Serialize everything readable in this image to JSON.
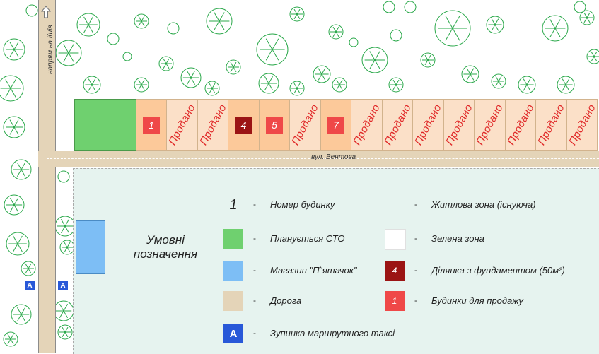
{
  "street": "вул. Вентова",
  "direction": "напрям на Київ",
  "plots": [
    {
      "kind": "sto",
      "label": ""
    },
    {
      "kind": "avail",
      "label": "1",
      "badge": "sale"
    },
    {
      "kind": "sold",
      "label": "Продано"
    },
    {
      "kind": "sold",
      "label": "Продано"
    },
    {
      "kind": "avail",
      "label": "4",
      "badge": "foundation"
    },
    {
      "kind": "avail",
      "label": "5",
      "badge": "sale"
    },
    {
      "kind": "sold",
      "label": "Продано"
    },
    {
      "kind": "avail",
      "label": "7",
      "badge": "sale"
    },
    {
      "kind": "sold",
      "label": "Продано"
    },
    {
      "kind": "sold",
      "label": "Продано"
    },
    {
      "kind": "sold",
      "label": "Продано"
    },
    {
      "kind": "sold",
      "label": "Продано"
    },
    {
      "kind": "sold",
      "label": "Продано"
    },
    {
      "kind": "sold",
      "label": "Продано"
    },
    {
      "kind": "sold",
      "label": "Продано"
    },
    {
      "kind": "sold",
      "label": "Продано"
    }
  ],
  "stops": [
    "A",
    "A"
  ],
  "legend": {
    "title_line1": "Умовні",
    "title_line2": "позначення",
    "dash": "-",
    "items": [
      {
        "swatch": "text",
        "symbol": "1",
        "label": "Номер будинку"
      },
      {
        "swatch": "#6fd06f",
        "label": "Планується СТО"
      },
      {
        "swatch": "#7dbef5",
        "label": "Магазин \"П`ятачок\""
      },
      {
        "swatch": "#e4d4b8",
        "label": "Дорога"
      },
      {
        "swatch": "#2858d8",
        "symbol": "A",
        "label": "Зупинка маршрутного таксі"
      },
      {
        "swatch": "#e6f3ef",
        "label": "Житлова зона (існуюча)"
      },
      {
        "swatch": "#ffffff",
        "label": "Зелена зона"
      },
      {
        "swatch": "#9b1414",
        "symbol": "4",
        "label": "Ділянка з фундаментом (50м²)"
      },
      {
        "swatch": "#ef4848",
        "symbol": "1",
        "label": "Будинки для продажу"
      }
    ]
  },
  "colors": {
    "road": "#e4d4b8",
    "residential": "#e6f3ef",
    "sto": "#6fd06f",
    "shop": "#7dbef5",
    "sold_text": "#e02828",
    "foundation": "#9b1414",
    "for_sale": "#ef4848",
    "stop": "#2858d8",
    "tree": "#2aa84a"
  },
  "icons": [
    "tree-icon",
    "arrow-up-icon"
  ]
}
